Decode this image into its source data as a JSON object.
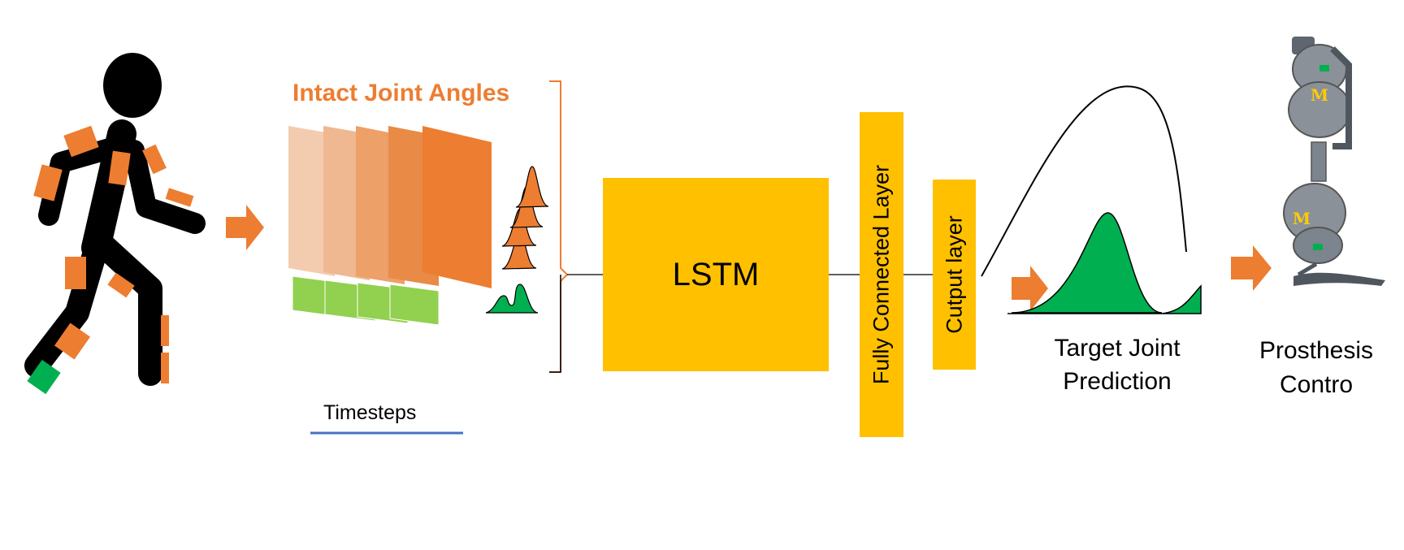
{
  "labels": {
    "intact_joint_angles": "Intact Joint Angles",
    "timesteps": "Timesteps",
    "lstm": "LSTM",
    "fully_connected": "Fully Connected Layer",
    "output_layer": "Cutput layer",
    "target_line1": "Target Joint",
    "target_line2": "Prediction",
    "prosthesis_line1": "Prosthesis",
    "prosthesis_line2": "Contro",
    "logo_letter": "M"
  },
  "colors": {
    "orange": "#ED7D31",
    "gold": "#FFC000",
    "green": "#00B050",
    "light_green": "#92D050",
    "blue": "#4472C4",
    "black": "#000000",
    "prosthesis_gray": "#8A9199"
  },
  "icons": {
    "figure": "walking-person-with-sensors-icon",
    "prosthesis": "powered-knee-ankle-prosthesis-icon"
  }
}
